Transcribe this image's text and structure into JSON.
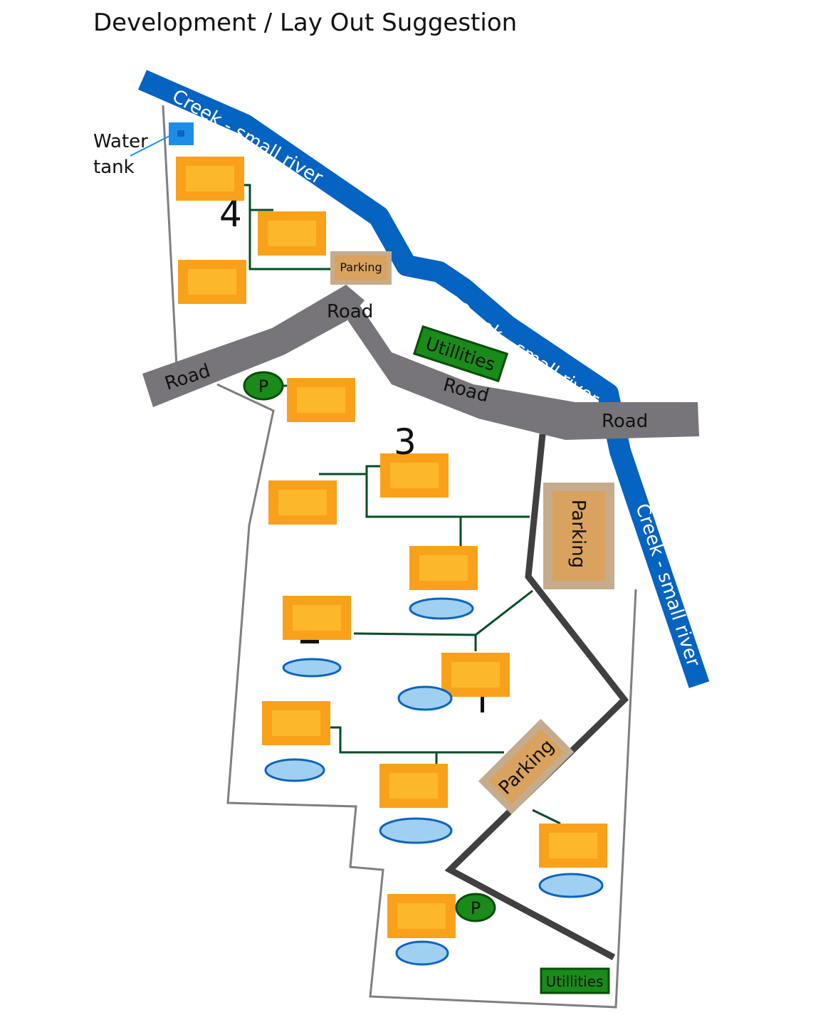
{
  "title": "Development / Lay Out Suggestion",
  "labels": {
    "creek": "Creek - small river",
    "road": "Road",
    "parking": "Parking",
    "utilities": "Utillities",
    "water_tank_line1": "Water",
    "water_tank_line2": "tank",
    "parking_marker": "P",
    "zone_4": "4",
    "zone_3": "3"
  },
  "colors": {
    "creek": "#0563c1",
    "road": "#77757a",
    "boundary": "#7f7f7f",
    "path": "#004d25",
    "house": "#f9a11b",
    "house_inner": "#fdb72a",
    "pond_fill": "#9fd0f2",
    "pond_stroke": "#0b64c0",
    "parking_fill": "#d9a25f",
    "parking_border": "#c6ac8c",
    "utilities_fill": "#1a8a1a",
    "utilities_border": "#0a4d0a",
    "water_tank": "#1c8ee6",
    "trail": "#404040"
  }
}
